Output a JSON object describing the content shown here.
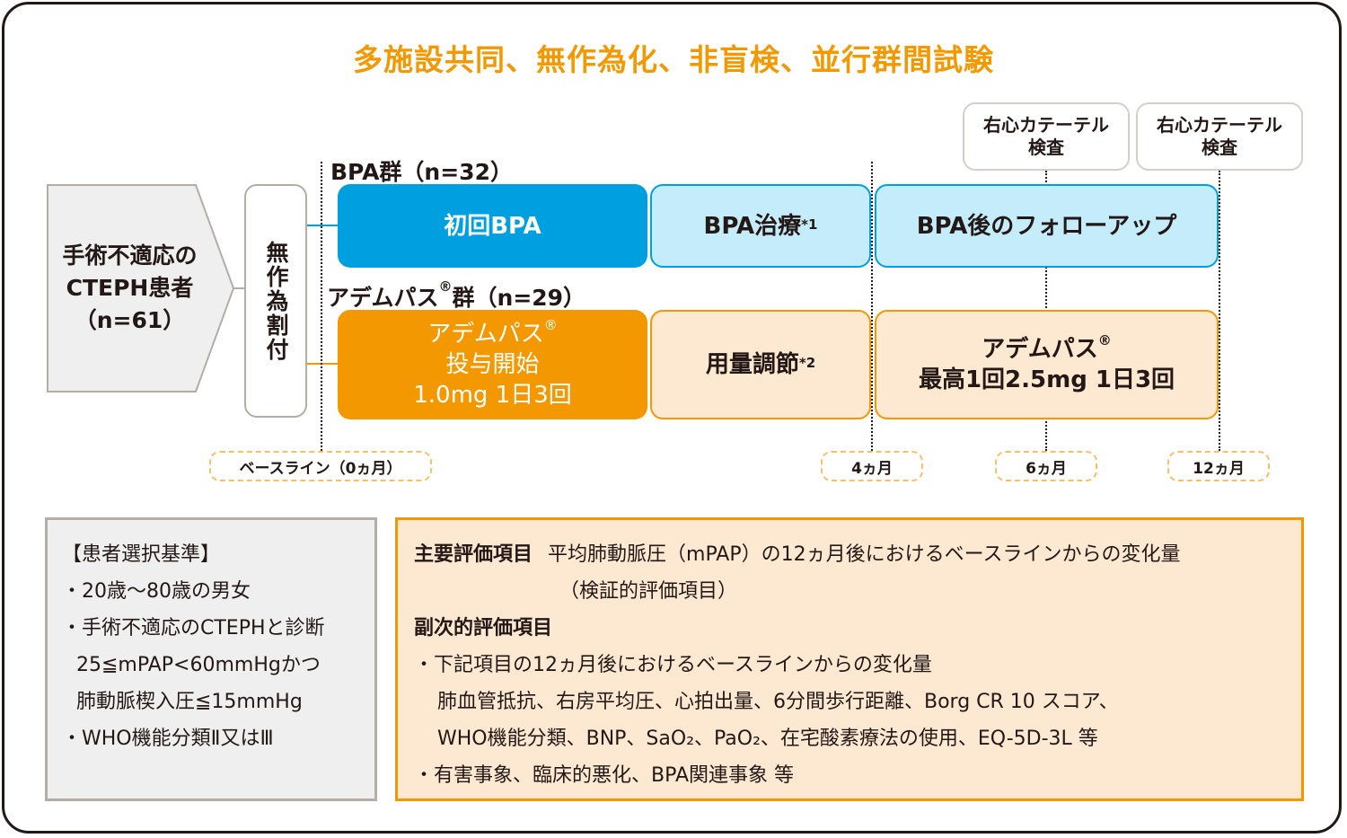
{
  "title": "多施設共同、無作為化、非盲検、並行群間試験",
  "patient": {
    "line1": "手術不適応の",
    "line2": "CTEPH患者",
    "line3": "（n=61）"
  },
  "randomization": "無作為割付",
  "groups": {
    "bpa": {
      "label": "BPA群（n=32）",
      "phase1": "初回BPA",
      "phase2": "BPA治療",
      "phase2_note": "*1",
      "phase3": "BPA後のフォローアップ"
    },
    "adempas": {
      "label_main": "アデムパス",
      "label_reg": "®",
      "label_rest": "群（n=29）",
      "phase1_line1": "アデムパス",
      "phase1_reg": "®",
      "phase1_line2": "投与開始",
      "phase1_line3": "1.0mg 1日3回",
      "phase2": "用量調節",
      "phase2_note": "*2",
      "phase3_line1": "アデムパス",
      "phase3_reg": "®",
      "phase3_line2": "最高1回2.5mg 1日3回"
    }
  },
  "rhc_exams": [
    {
      "line1": "右心カテーテル",
      "line2": "検査"
    },
    {
      "line1": "右心カテーテル",
      "line2": "検査"
    }
  ],
  "timepoints": [
    "ベースライン（0ヵ月）",
    "4ヵ月",
    "6ヵ月",
    "12ヵ月"
  ],
  "criteria": {
    "heading": "【患者選択基準】",
    "items": [
      "・20歳〜80歳の男女",
      "・手術不適応のCTEPHと診断",
      " 25≦mPAP<60mmHgかつ",
      " 肺動脈楔入圧≦15mmHg",
      "・WHO機能分類Ⅱ又はⅢ"
    ]
  },
  "endpoints": {
    "primary_label": "主要評価項目",
    "primary_text": "平均肺動脈圧（mPAP）の12ヵ月後におけるベースラインからの変化量",
    "primary_note": "（検証的評価項目）",
    "secondary_label": "副次的評価項目",
    "secondary_items": [
      "・下記項目の12ヵ月後におけるベースラインからの変化量",
      "肺血管抵抗、右房平均圧、心拍出量、6分間歩行距離、Borg CR 10 スコア、",
      "WHO機能分類、BNP、SaO₂、PaO₂、在宅酸素療法の使用、EQ-5D-3L 等",
      "・有害事象、臨床的悪化、BPA関連事象 等"
    ]
  },
  "colors": {
    "title_orange": "#f39800",
    "bpa_blue": "#00a0e0",
    "bpa_light": "#c5ecfb",
    "adempas_orange": "#f39800",
    "adempas_light": "#fde8d2",
    "gray_border": "#b5ada5",
    "criteria_bg": "#efefef"
  }
}
